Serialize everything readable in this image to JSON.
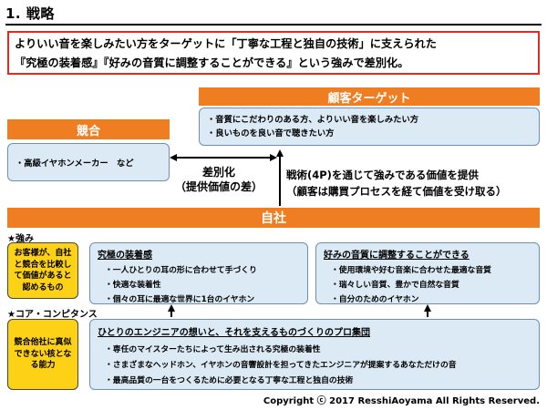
{
  "title": "1. 戦略",
  "headline": {
    "line1": "よりいい音を楽しみたい方をターゲットに「丁寧な工程と独自の技術」に支えられた",
    "line2": "『究極の装着感』『好みの音質に調整することができる』という強みで差別化。"
  },
  "target": {
    "header": "顧客ターゲット",
    "items": [
      "・音質にこだわりのある方、よりいい音を楽しみたい方",
      "・良いものを良い音で聴きたい方"
    ]
  },
  "competition": {
    "header": "競合",
    "items": [
      "・高級イヤホンメーカー　など"
    ]
  },
  "differentiation": {
    "line1": "差別化",
    "line2": "（提供価値の差）"
  },
  "tactics": {
    "line1": "戦術(4P)を通じて強みである価値を提供",
    "line2": "（顧客は購買プロセスを経て価値を受け取る）"
  },
  "company": {
    "header": "自社"
  },
  "strengths": {
    "label": "★強み",
    "yellow": "お客様が、自社と競合を比較して価値があると認めるもの",
    "panel1": {
      "title": "究極の装着感",
      "items": [
        "・一人ひとりの耳の形に合わせて手づくり",
        "・快適な装着性",
        "・個々の耳に最適な世界に1台のイヤホン"
      ]
    },
    "panel2": {
      "title": "好みの音質に調整することができる",
      "items": [
        "・使用環境や好む音楽に合わせた最適な音質",
        "・瑞々しい音質、豊かで自然な音質",
        "・自分のためのイヤホン"
      ]
    }
  },
  "core": {
    "label": "★コア・コンピタンス",
    "yellow": "競合他社に真似できない核となる能力",
    "panel": {
      "title": "ひとりのエンジニアの想いと、それを支えるものづくりのプロ集団",
      "items": [
        "・専任のマイスターたちによって生み出される究極の装着性",
        "・さまざまなヘッドホン、イヤホンの音響設計を担ってきたエンジニアが提案するあなただけの音",
        "・最高品質の一台をつくるために必要となる丁寧な工程と独自の技術"
      ]
    }
  },
  "copyright": "Copyright ⓒ 2017 ResshiAoyama All Rights Reserved.",
  "colors": {
    "accent_orange": "#ef7d22",
    "panel_blue": "#dceaf6",
    "highlight_yellow": "#fcd116",
    "border_red": "#e8271d"
  }
}
